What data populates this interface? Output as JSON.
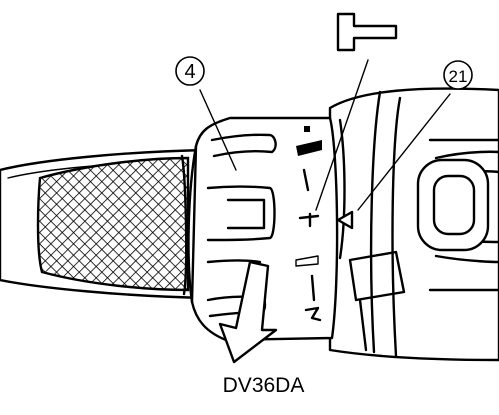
{
  "callouts": [
    {
      "id": "dial",
      "number": "4"
    },
    {
      "id": "mark",
      "number": "21"
    }
  ],
  "model": "DV36DA",
  "icons": {
    "dial_symbol": "hammer-mode-icon",
    "rotate_direction": "arrow-down-icon"
  }
}
